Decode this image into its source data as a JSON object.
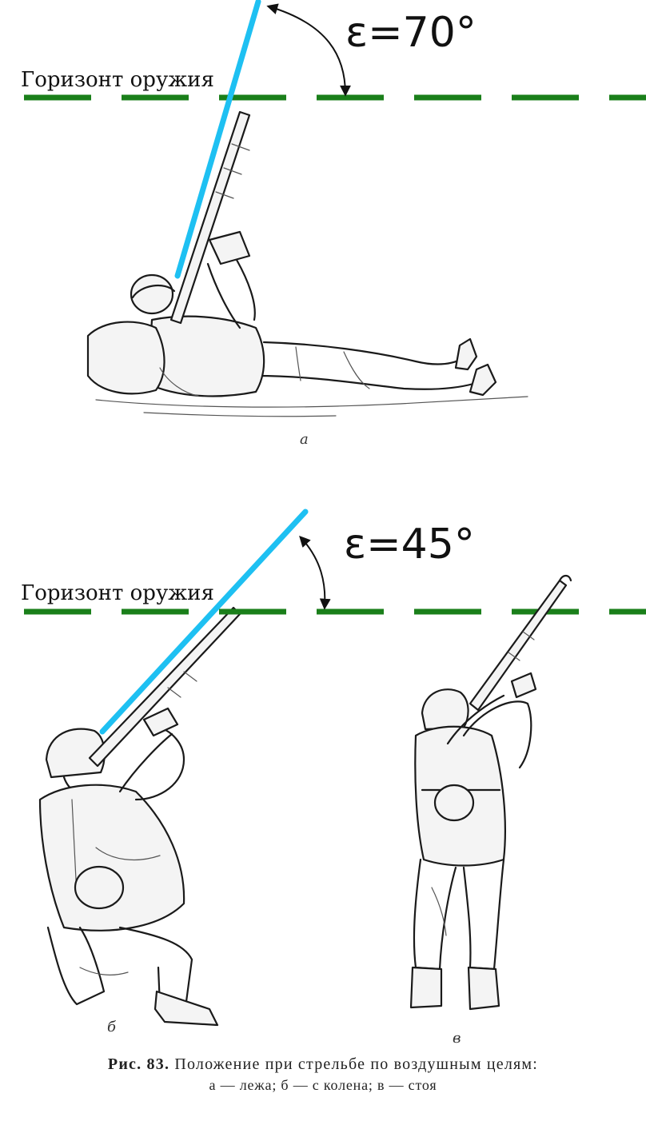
{
  "panels": [
    {
      "id": "a",
      "horizon_label": "Горизонт оружия",
      "angle_label": "ε=70°",
      "sublabel": "а"
    },
    {
      "id": "b",
      "horizon_label": "Горизонт оружия",
      "angle_label": "ε=45°",
      "sublabel": "б"
    },
    {
      "id": "v",
      "sublabel": "в"
    }
  ],
  "caption": {
    "fig": "Рис. 83.",
    "title": "Положение при стрельбе по воздушным целям:",
    "legend": "а — лежа; б — с колена; в — стоя"
  },
  "colors": {
    "horizon_line": "#1a7f1a",
    "sight_line": "#1ec0f2"
  }
}
